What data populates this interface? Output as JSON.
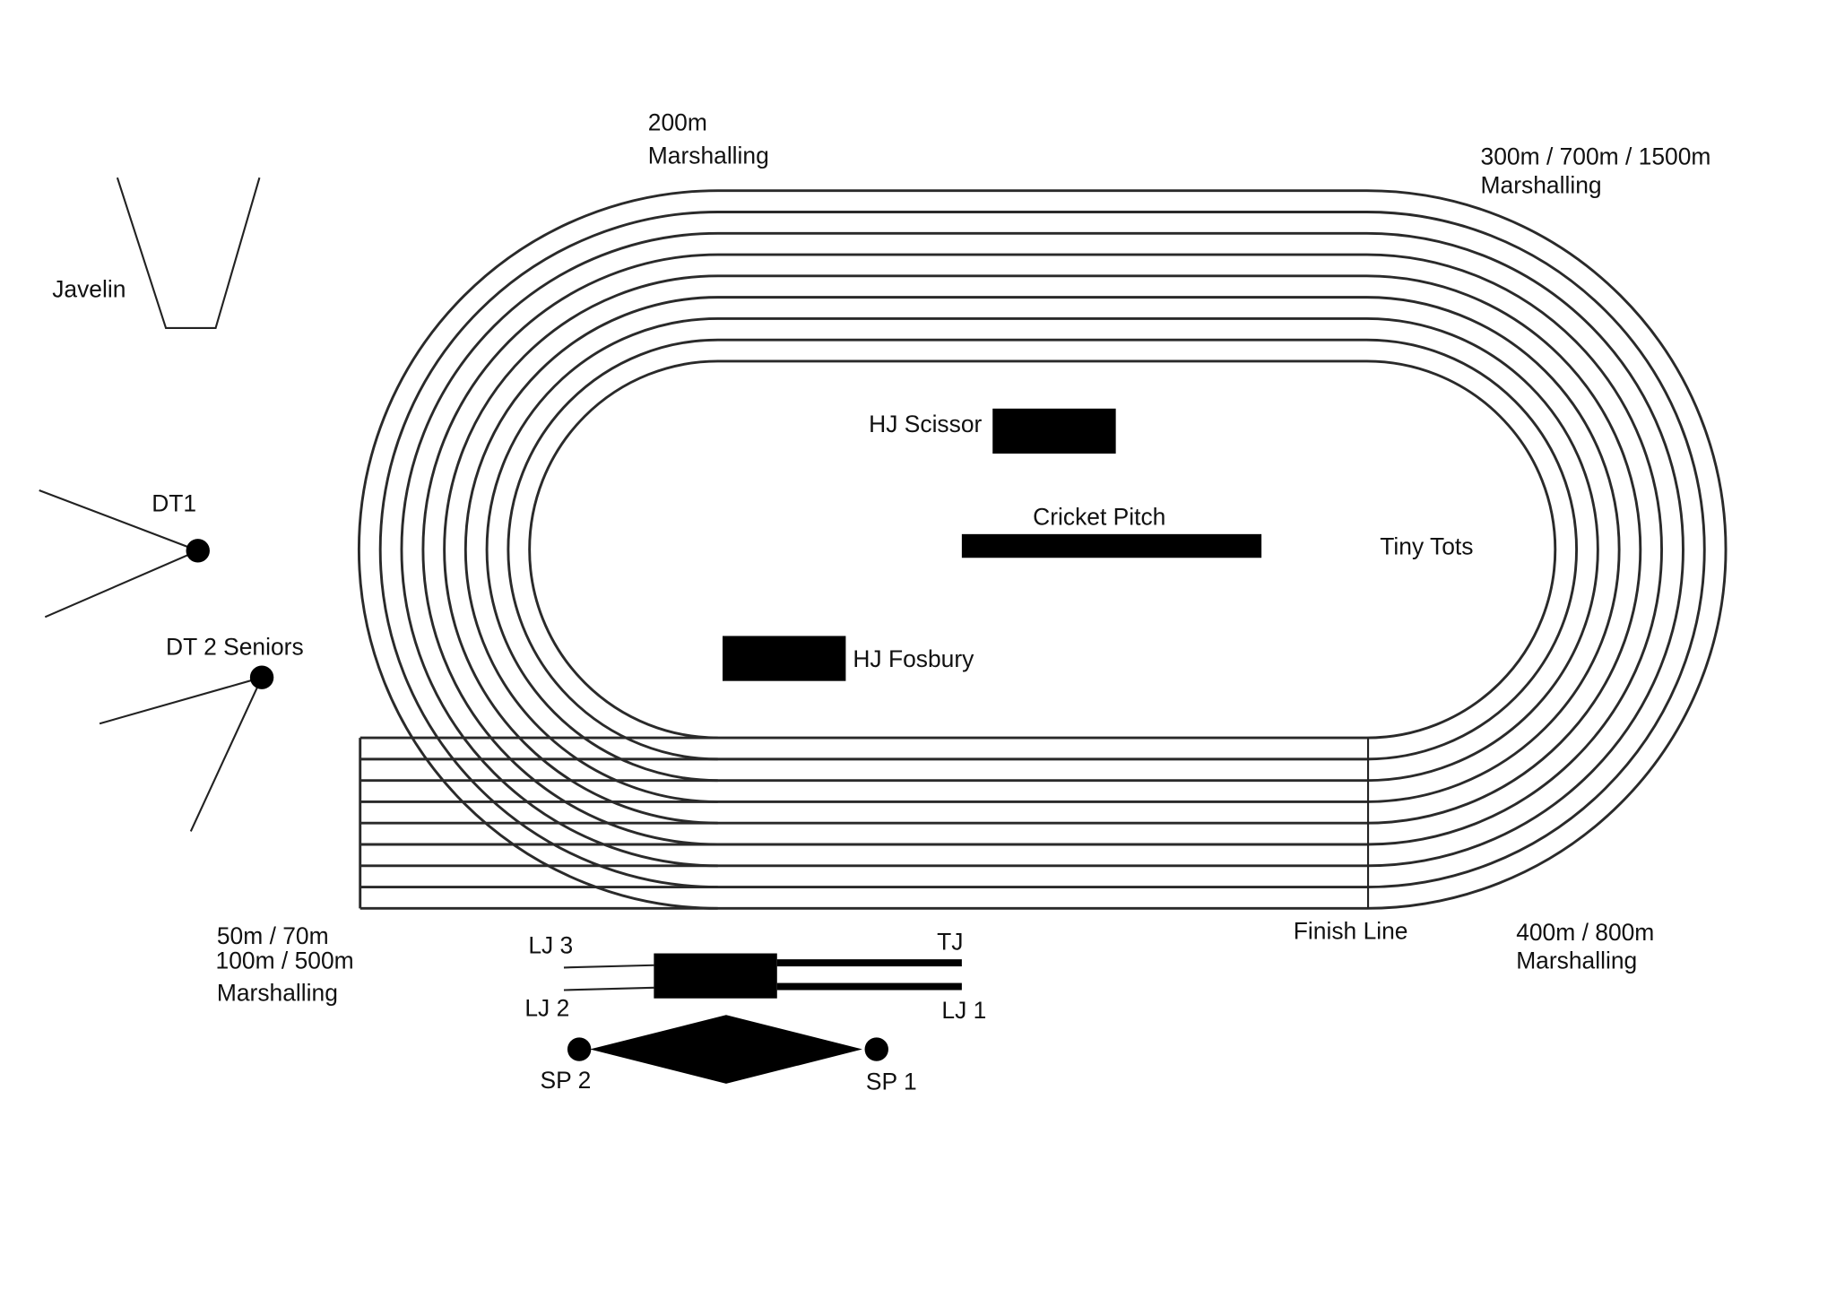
{
  "labels": {
    "marshalling_200": [
      "200m",
      "Marshalling"
    ],
    "marshalling_300": [
      "300m / 700m / 1500m",
      "Marshalling"
    ],
    "marshalling_400": [
      "400m / 800m",
      "Marshalling"
    ],
    "marshalling_sprint": [
      "50m / 70m",
      "100m / 500m",
      "Marshalling"
    ],
    "javelin": "Javelin",
    "dt1": "DT1",
    "dt2": "DT 2 Seniors",
    "hj_scissor": "HJ Scissor",
    "cricket_pitch": "Cricket Pitch",
    "tiny_tots": "Tiny Tots",
    "hj_fosbury": "HJ Fosbury",
    "finish_line": "Finish Line",
    "lj3": "LJ 3",
    "lj2": "LJ 2",
    "lj1": "LJ 1",
    "tj": "TJ",
    "sp2": "SP 2",
    "sp1": "SP 1"
  },
  "track": {
    "lanes": 8
  }
}
